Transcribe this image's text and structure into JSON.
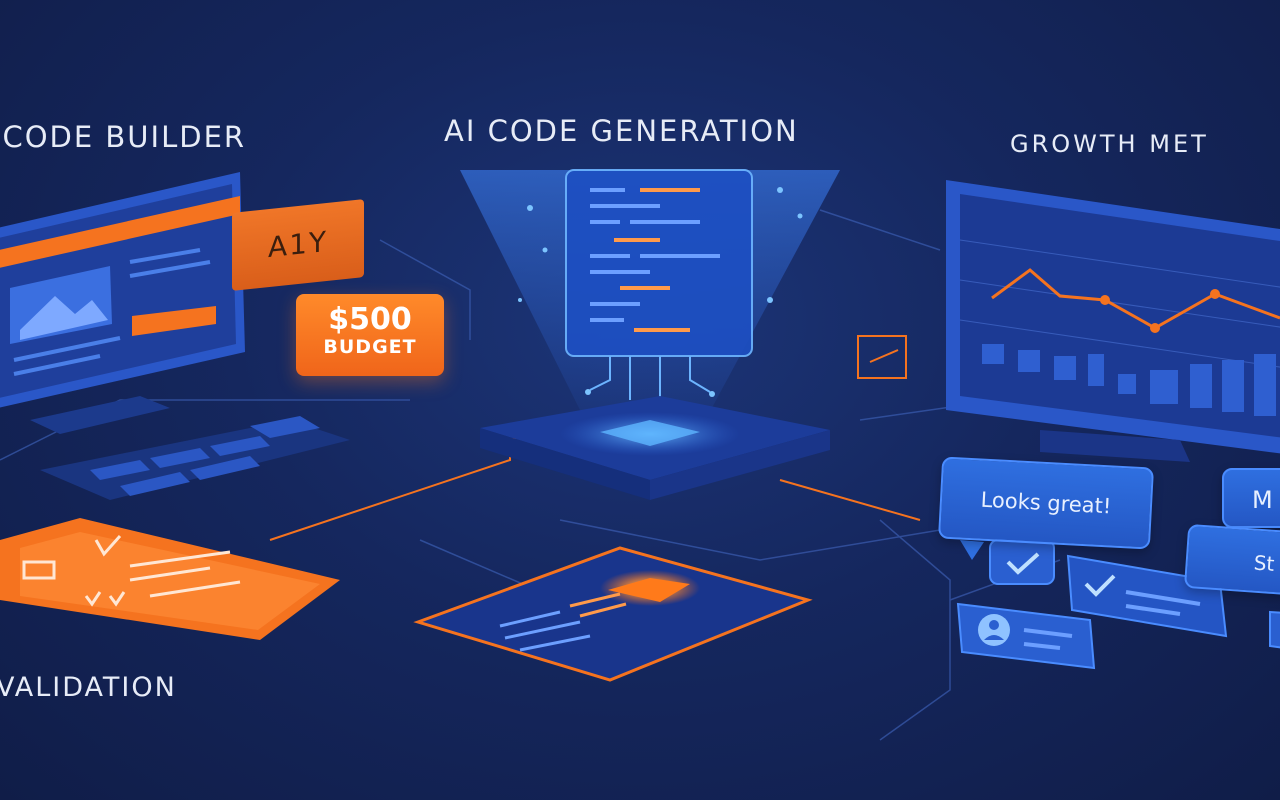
{
  "headings": {
    "builder": "-CODE BUILDER",
    "ai": "AI CODE GENERATION",
    "growth": "GROWTH MET",
    "validation": "VALIDATION"
  },
  "budget_card": {
    "amount": "$500",
    "label": "BUDGET"
  },
  "orange_tag": "A1Y",
  "feedback": {
    "bubble_1": "Looks great!",
    "bubble_2": "M",
    "bubble_3": "St"
  },
  "colors": {
    "background": "#15275e",
    "accent_orange": "#f5731f",
    "accent_blue": "#2f6fe0",
    "glow_blue": "#4ea2ff"
  },
  "icons": [
    "image-icon",
    "code-document-icon",
    "check-icon",
    "user-icon",
    "line-chart-icon",
    "bar-chart-icon",
    "rocket-icon"
  ]
}
